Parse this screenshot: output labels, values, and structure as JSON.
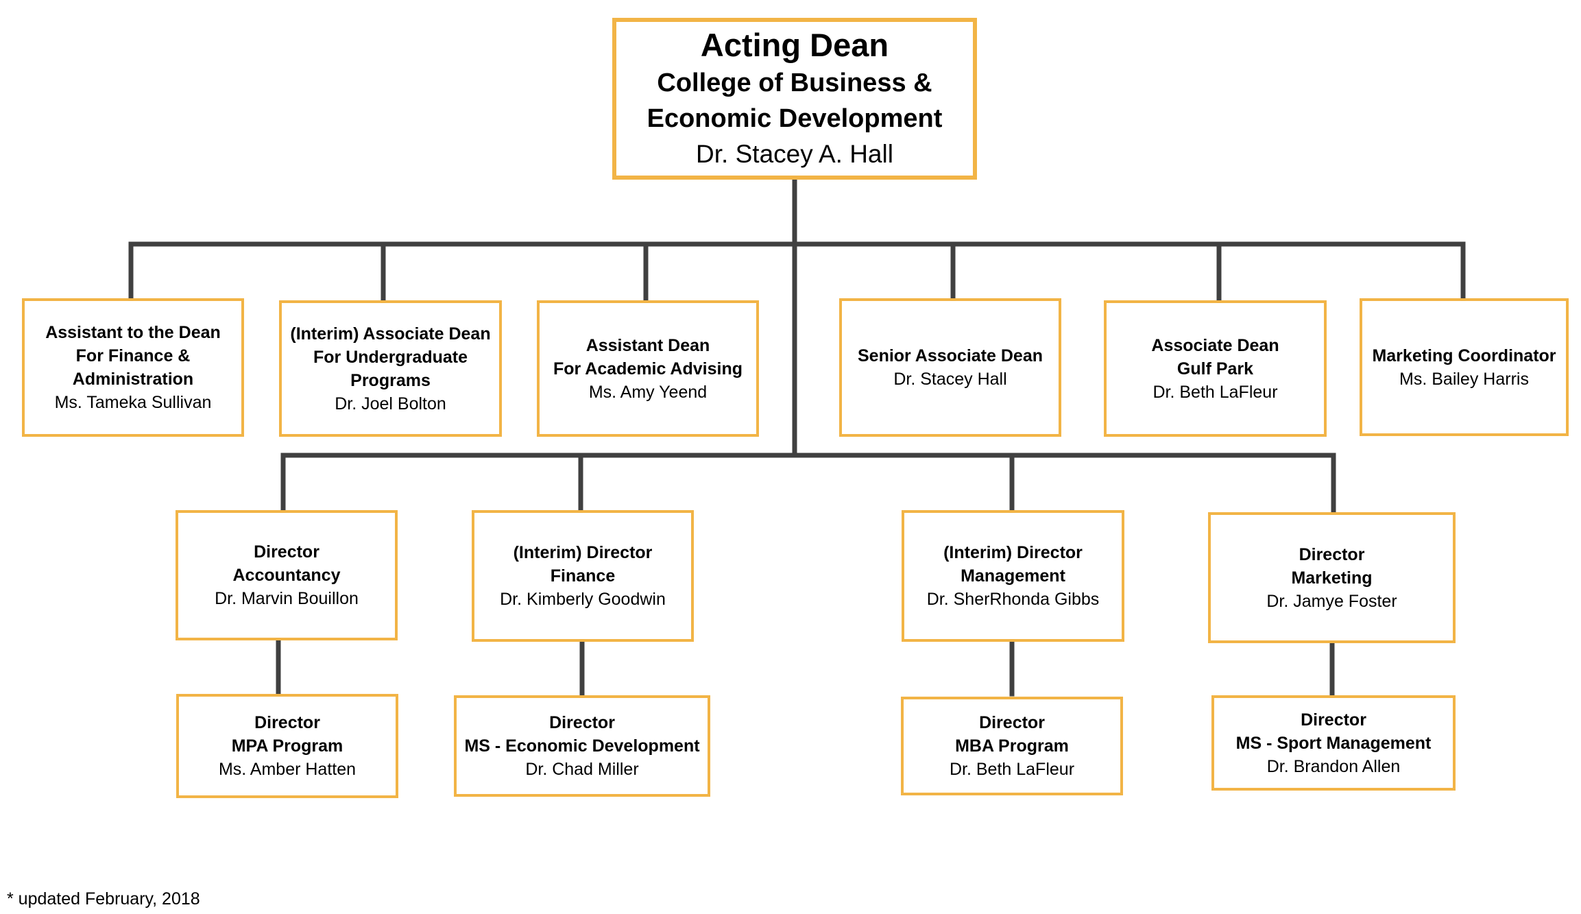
{
  "colors": {
    "box_border": "#f2b446",
    "connector": "#404040",
    "text": "#000000"
  },
  "top": {
    "title": "Acting Dean",
    "line1": "College of Business &",
    "line2": "Economic Development",
    "name": "Dr. Stacey A. Hall"
  },
  "level1": [
    {
      "lines": [
        "Assistant to the Dean",
        "For Finance &",
        "Administration"
      ],
      "name": "Ms. Tameka Sullivan"
    },
    {
      "lines": [
        "(Interim) Associate Dean",
        "For Undergraduate",
        "Programs"
      ],
      "name": "Dr. Joel Bolton"
    },
    {
      "lines": [
        "Assistant Dean",
        "For Academic Advising"
      ],
      "name": "Ms. Amy Yeend"
    },
    {
      "lines": [
        "Senior Associate Dean"
      ],
      "name": "Dr. Stacey Hall"
    },
    {
      "lines": [
        "Associate Dean",
        "Gulf Park"
      ],
      "name": "Dr. Beth LaFleur"
    },
    {
      "lines": [
        "Marketing Coordinator"
      ],
      "name": "Ms. Bailey Harris"
    }
  ],
  "level2": [
    {
      "lines": [
        "Director",
        "Accountancy"
      ],
      "name": "Dr. Marvin Bouillon"
    },
    {
      "lines": [
        "(Interim) Director",
        "Finance"
      ],
      "name": "Dr. Kimberly Goodwin"
    },
    {
      "lines": [
        "(Interim) Director",
        "Management"
      ],
      "name": "Dr. SherRhonda Gibbs"
    },
    {
      "lines": [
        "Director",
        "Marketing"
      ],
      "name": "Dr. Jamye Foster"
    }
  ],
  "level3": [
    {
      "lines": [
        "Director",
        "MPA Program"
      ],
      "name": "Ms. Amber Hatten"
    },
    {
      "lines": [
        "Director",
        "MS - Economic Development"
      ],
      "name": "Dr. Chad Miller"
    },
    {
      "lines": [
        "Director",
        "MBA Program"
      ],
      "name": "Dr. Beth LaFleur"
    },
    {
      "lines": [
        "Director",
        "MS - Sport Management"
      ],
      "name": "Dr. Brandon Allen"
    }
  ],
  "footnote": "* updated February, 2018"
}
